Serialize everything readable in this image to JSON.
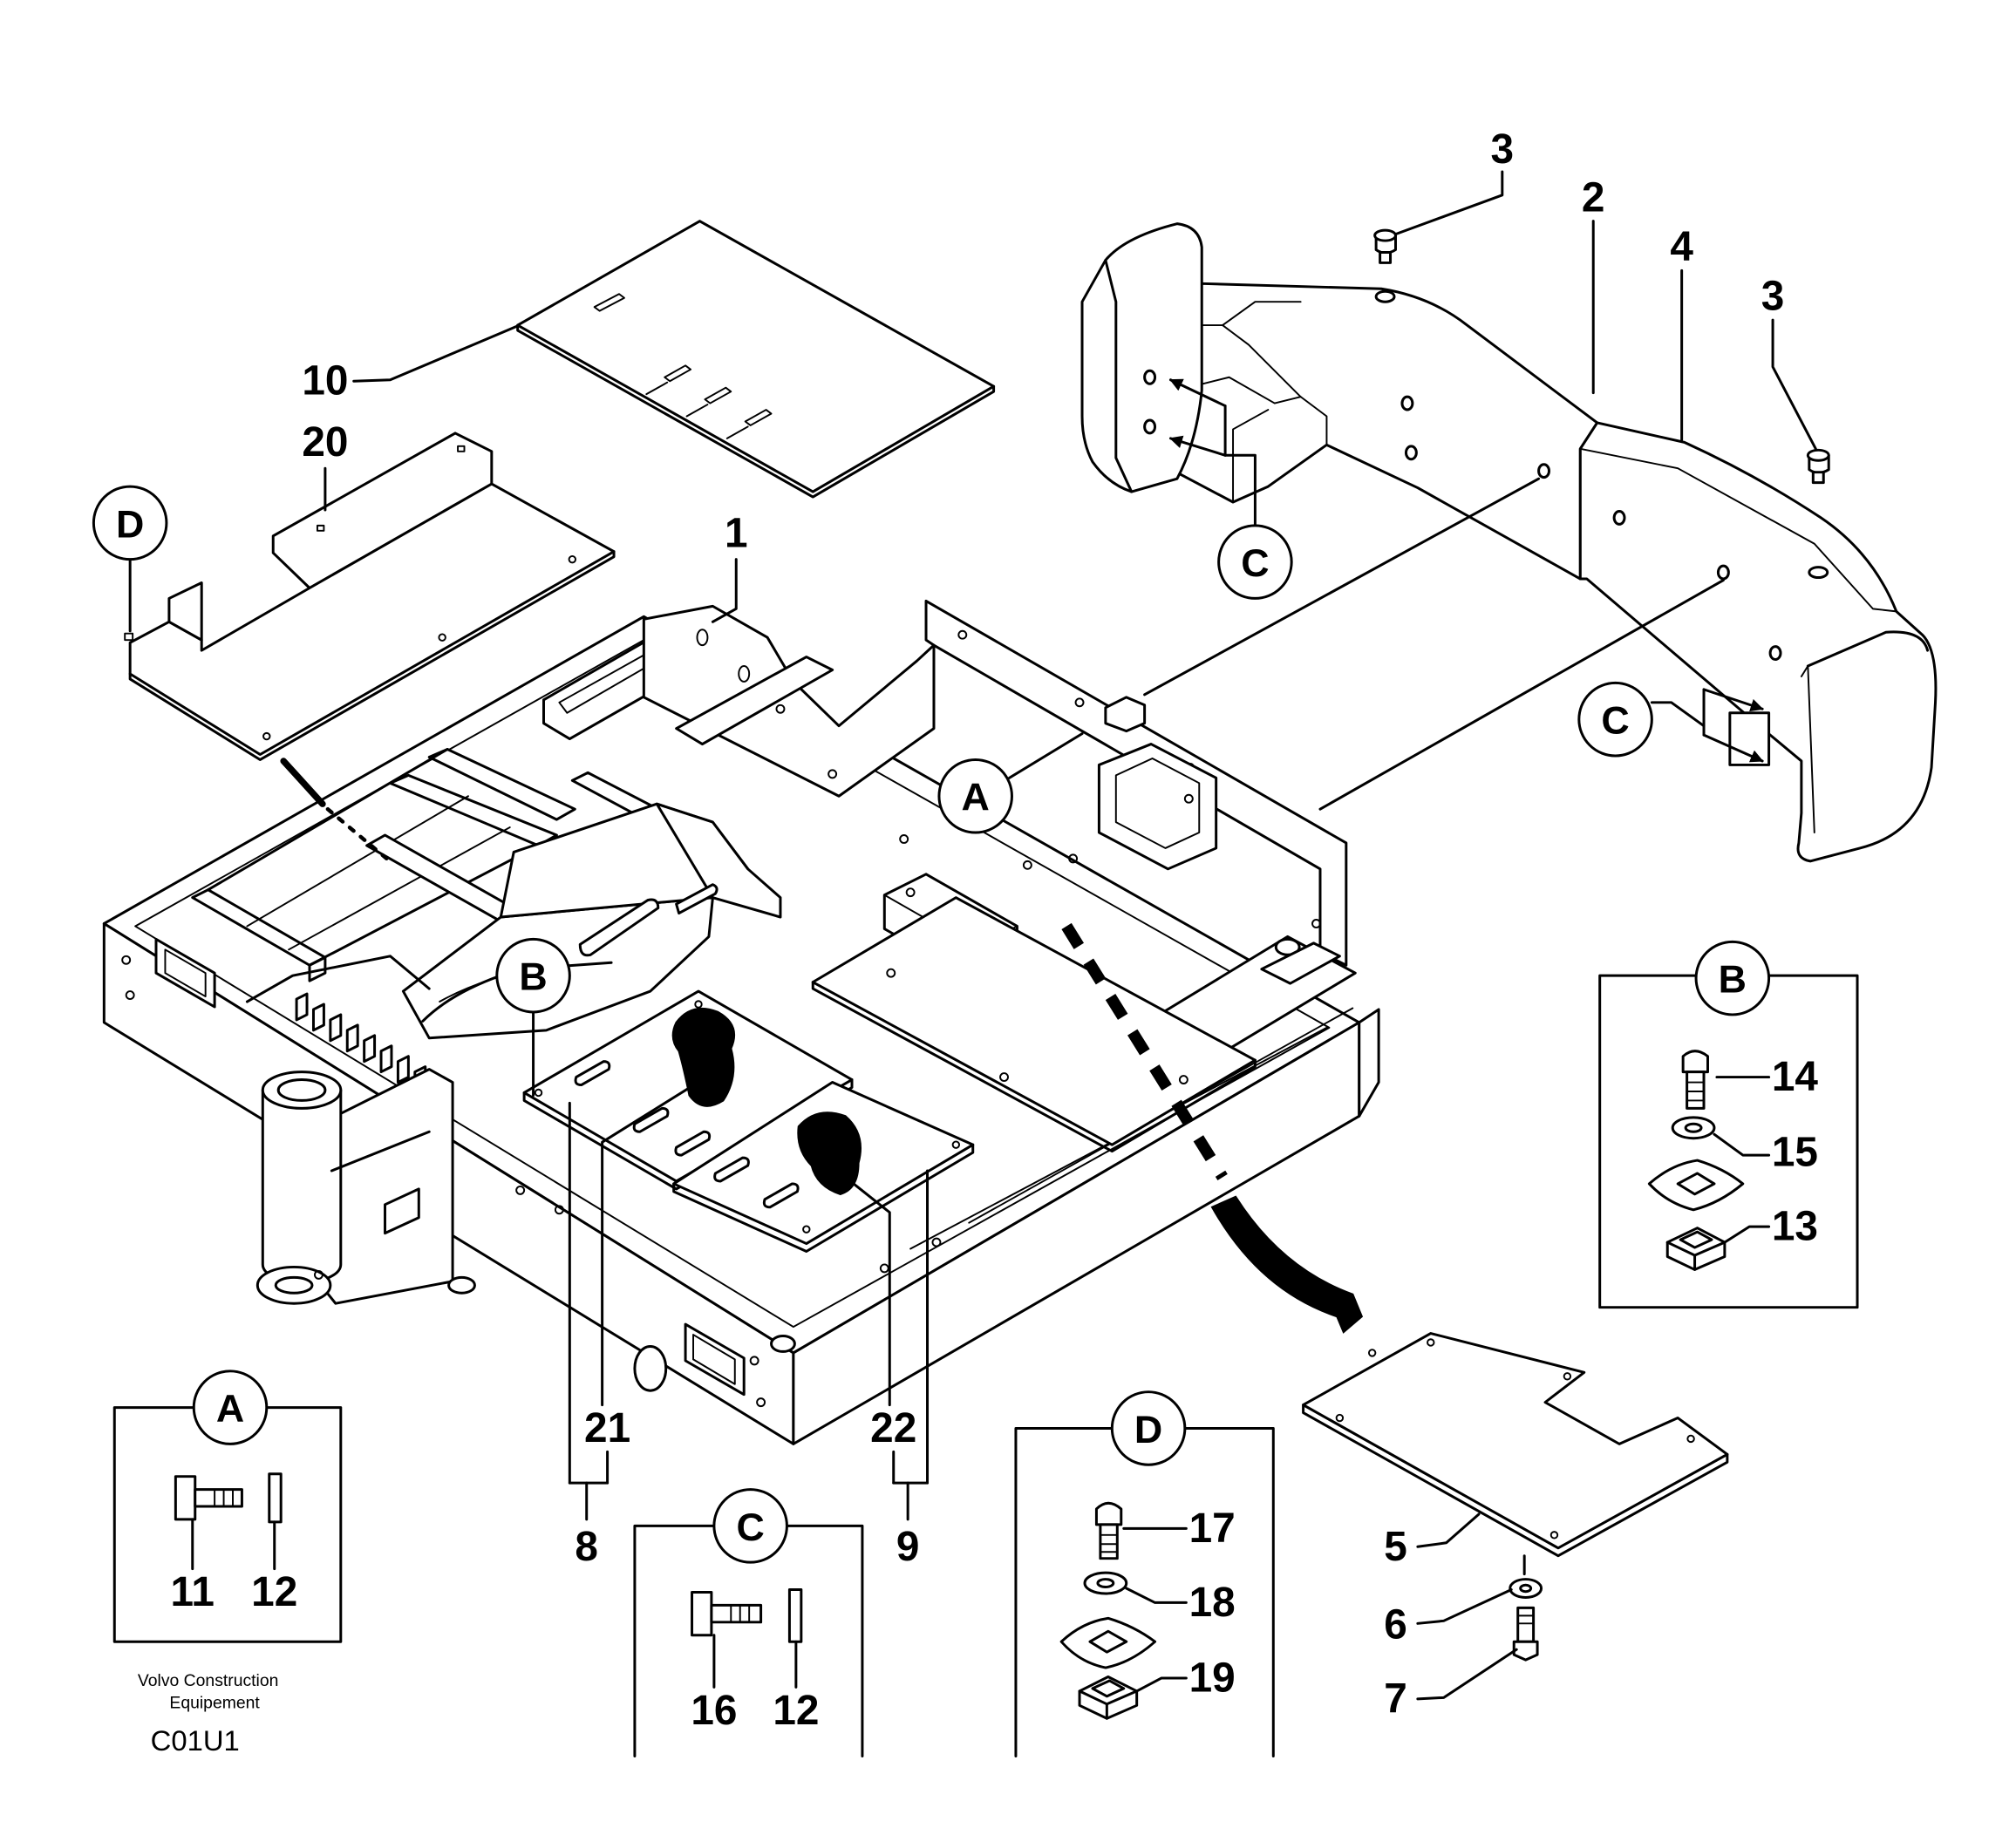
{
  "main_drawing": {
    "part_labels": [
      "1",
      "2",
      "3",
      "3",
      "4",
      "5",
      "6",
      "7",
      "8",
      "9",
      "10",
      "20",
      "21",
      "22"
    ],
    "view_markers": [
      "A",
      "B",
      "C",
      "C",
      "D"
    ]
  },
  "detail_views": [
    {
      "marker": "A",
      "part_labels": [
        "11",
        "12"
      ]
    },
    {
      "marker": "B",
      "part_labels": [
        "14",
        "15",
        "13"
      ]
    },
    {
      "marker": "C",
      "part_labels": [
        "16",
        "12"
      ]
    },
    {
      "marker": "D",
      "part_labels": [
        "17",
        "18",
        "19"
      ]
    }
  ],
  "footer": {
    "publisher_line1": "Volvo Construction",
    "publisher_line2": "Equipement",
    "drawing_code": "C01U1"
  }
}
